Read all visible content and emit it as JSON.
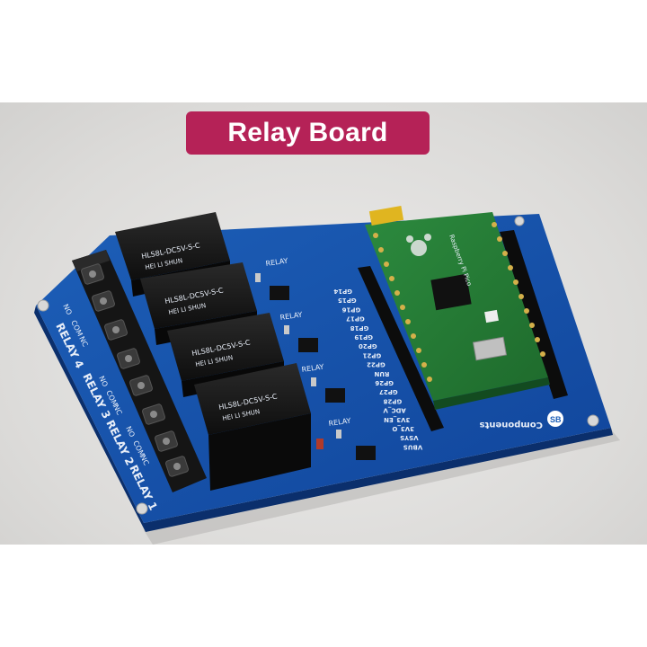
{
  "header": {
    "title": "Relay Board"
  },
  "board": {
    "relay_labels": [
      "RELAY 4",
      "RELAY 3",
      "RELAY 2",
      "RELAY 1"
    ],
    "terminal_labels": [
      "NO",
      "COM",
      "NC"
    ],
    "relay_model": "HLS8L-DC5V-S-C",
    "relay_brand": "HEI LI SHUN",
    "driver_label": "RELAY",
    "gpio_labels": [
      "GP14",
      "GP15",
      "GP16",
      "GP17",
      "GP18",
      "GP19",
      "GP20",
      "GP21",
      "GP22",
      "RUN",
      "GP26",
      "GP27",
      "GP28",
      "ADC_V",
      "3V3_EN",
      "3V3_O",
      "VSYS",
      "VBUS"
    ],
    "brand": "Components",
    "mcu_label": "Raspberry Pi Pico"
  }
}
